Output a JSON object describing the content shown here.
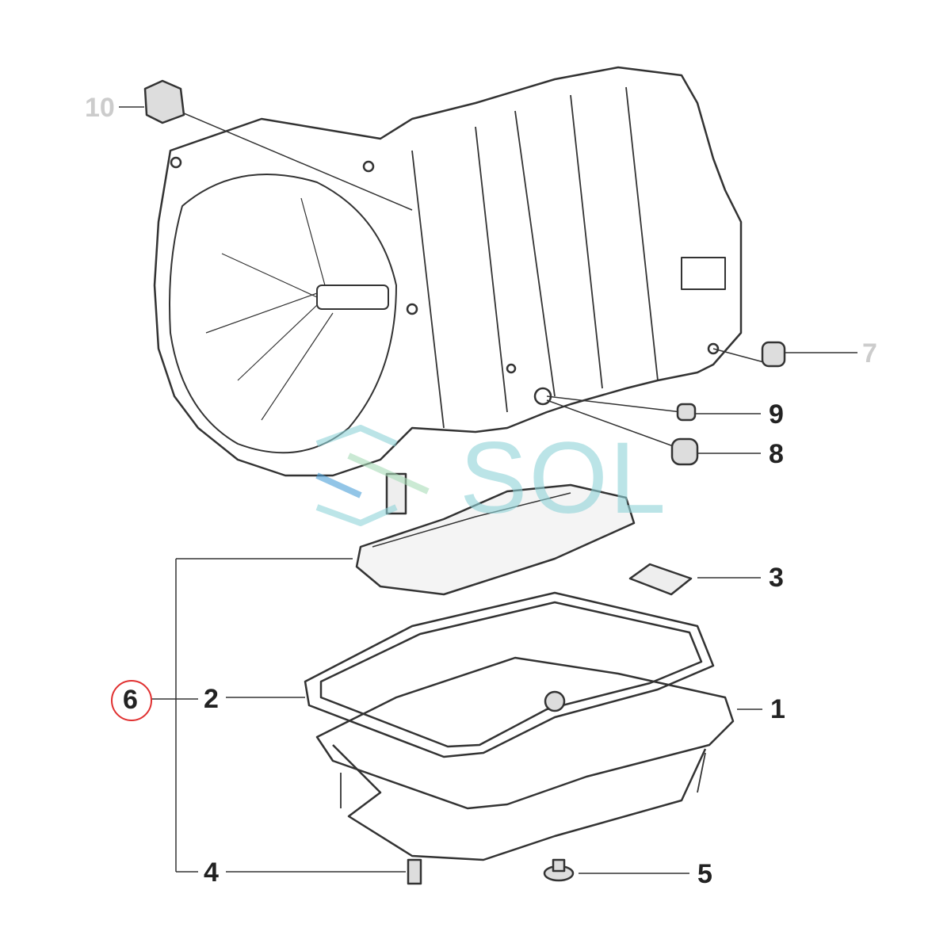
{
  "labels": {
    "p10": "10",
    "p7": "7",
    "p9": "9",
    "p8": "8",
    "p3": "3",
    "p6": "6",
    "p2": "2",
    "p1": "1",
    "p4": "4",
    "p5": "5"
  },
  "watermark": {
    "text": "SOL",
    "color": "#8fd3d8"
  },
  "highlight_color": "#e03030"
}
